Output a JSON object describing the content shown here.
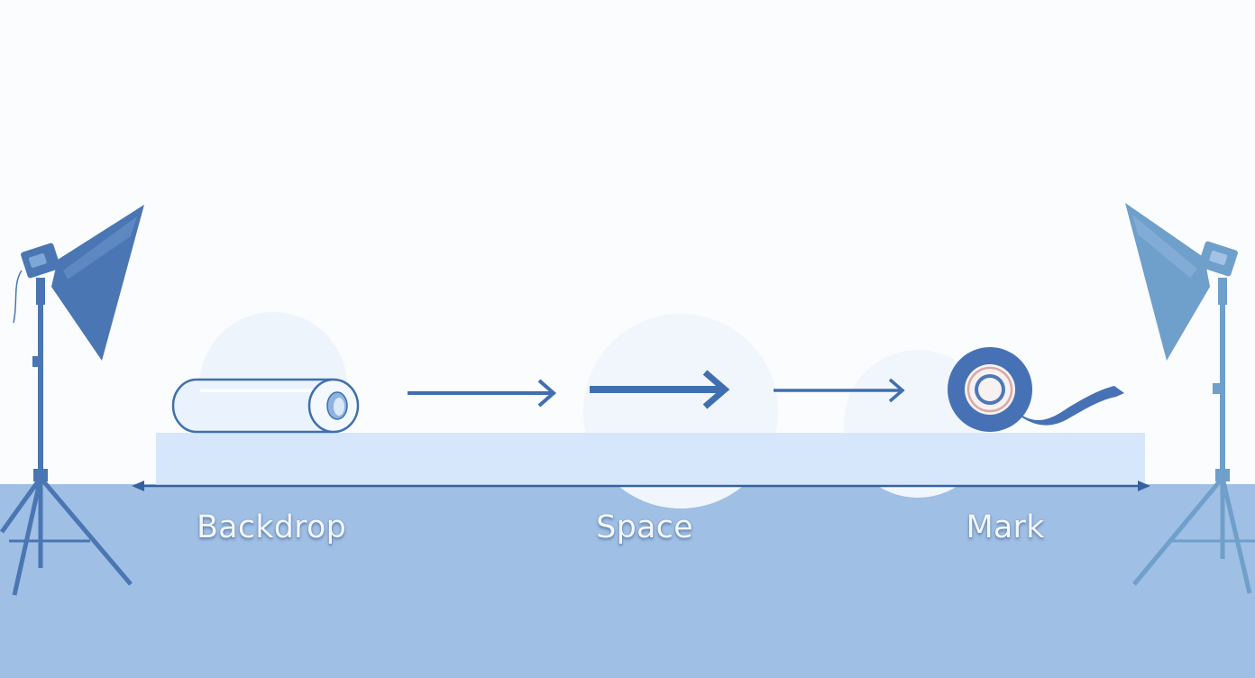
{
  "steps": [
    {
      "label": "Backdrop",
      "icon": "paper-roll-icon"
    },
    {
      "label": "Space",
      "icon": "arrow-icon"
    },
    {
      "label": "Mark",
      "icon": "tape-roll-icon"
    }
  ],
  "colors": {
    "background": "#fbfcfe",
    "floor": "#9fbfe4",
    "platform": "#d6e7fb",
    "accent": "#3f6fb0",
    "light_stand_right": "#6f9fcb"
  }
}
